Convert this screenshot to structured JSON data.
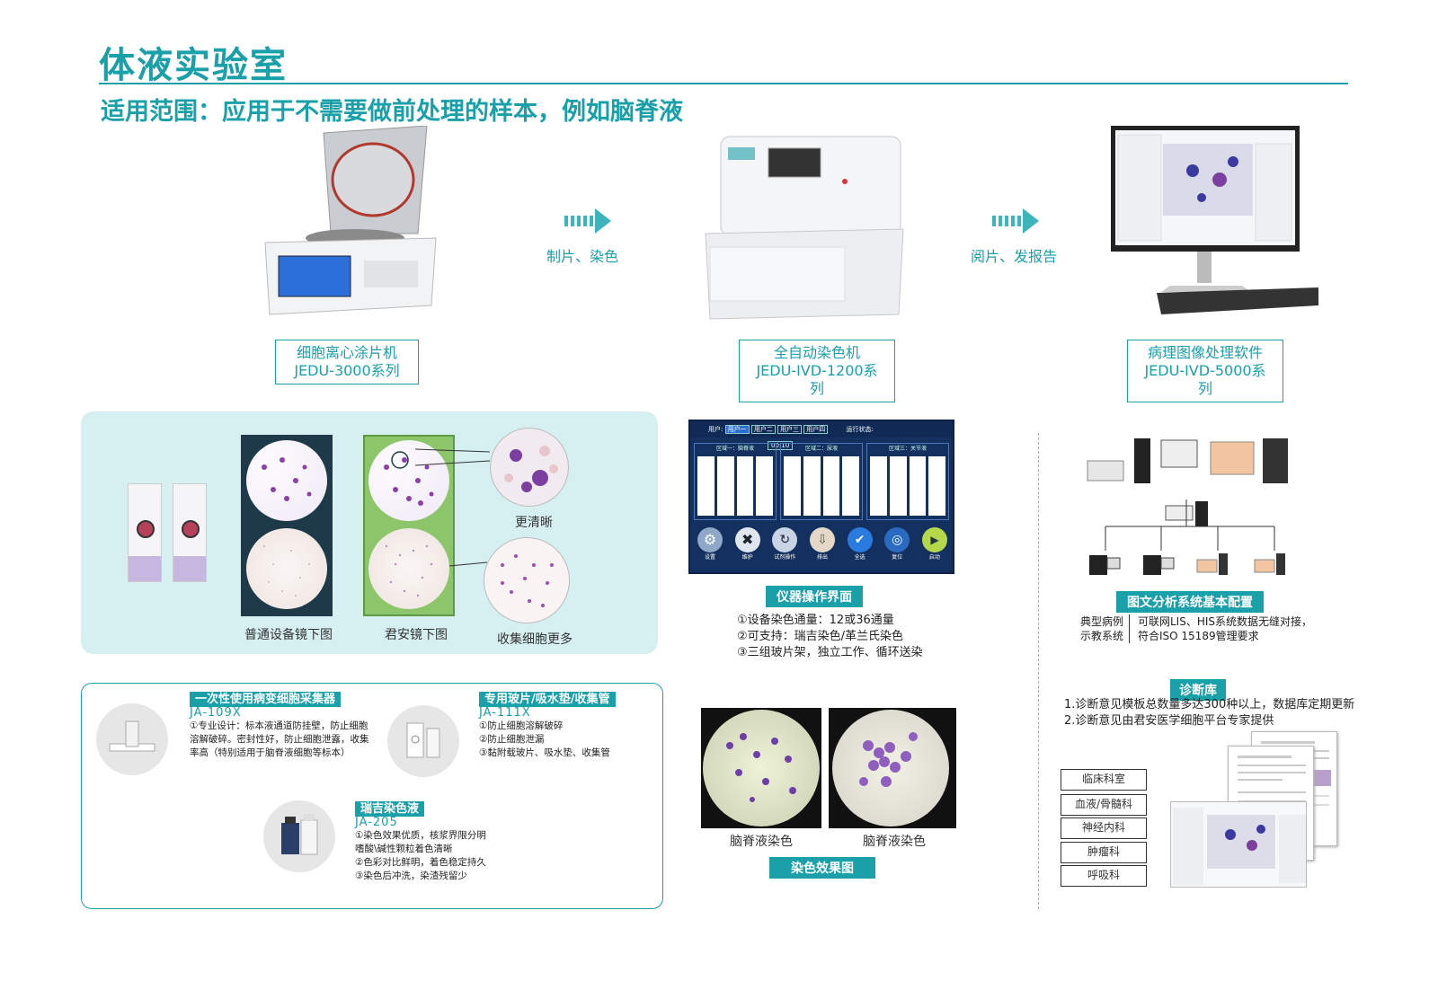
{
  "header": {
    "title": "体液实验室",
    "subtitle": "适用范围：应用于不需要做前处理的样本，例如脑脊液"
  },
  "workflow": {
    "devices": [
      {
        "name": "细胞离心涂片机",
        "series": "JEDU-3000系列"
      },
      {
        "name": "全自动染色机",
        "series": "JEDU-IVD-1200系列"
      },
      {
        "name": "病理图像处理软件",
        "series": "JEDU-IVD-5000系列"
      }
    ],
    "steps": [
      "制片、染色",
      "阅片、发报告"
    ]
  },
  "samples": {
    "captions": {
      "normal": "普通设备镜下图",
      "junan": "君安镜下图",
      "clearer": "更清晰",
      "more_cells": "收集细胞更多"
    }
  },
  "consumables": [
    {
      "tag": "一次性使用病变细胞采集器",
      "model": "JA-109X",
      "lines": [
        "①专业设计：标本液通道防挂壁，防止细胞",
        "溶解破碎。密封性好，防止细胞泄露，收集",
        "率高（特别适用于脑脊液细胞等标本）"
      ]
    },
    {
      "tag": "专用玻片/吸水垫/收集管",
      "model": "JA-111X",
      "lines": [
        "①防止细胞溶解破碎",
        "②防止细胞泄漏",
        "③黏附载玻片、吸水垫、收集管"
      ]
    },
    {
      "tag": "瑞吉染色液",
      "model": "JA-205",
      "lines": [
        "①染色效果优质，核浆界限分明",
        "嗜酸\\碱性颗粒着色清晰",
        "②色彩对比鲜明，着色稳定持久",
        "③染色后冲洗，染渣残留少"
      ]
    }
  ],
  "instrument_ui": {
    "section_label": "仪器操作界面",
    "user_label": "用户:",
    "users": [
      "用户一",
      "用户二",
      "用户三",
      "用户四"
    ],
    "status_label": "运行状态:",
    "time": "00:10",
    "racks": [
      "区域一：脑脊液",
      "区域二：尿液",
      "区域三：关节液"
    ],
    "buttons": [
      "设置",
      "维护",
      "试剂操作",
      "排出",
      "全选",
      "复位",
      "启动"
    ],
    "features": [
      "①设备染色通量：12或36通量",
      "②可支持：瑞吉染色/革兰氏染色",
      "③三组玻片架，独立工作、循环送染"
    ]
  },
  "staining": {
    "captions": [
      "脑脊液染色",
      "脑脊液染色"
    ],
    "section_label": "染色效果图"
  },
  "system_config": {
    "section_label": "图文分析系统基本配置",
    "left_lines": [
      "典型病例",
      "示教系统"
    ],
    "right_lines": [
      "可联网LIS、HIS系统数据无缝对接，",
      "符合ISO 15189管理要求"
    ]
  },
  "diagnosis": {
    "section_label": "诊断库",
    "lines": [
      "1.诊断意见模板总数量多达300种以上，数据库定期更新",
      "2.诊断意见由君安医学细胞平台专家提供"
    ],
    "departments": [
      "临床科室",
      "血液/骨髓科",
      "神经内科",
      "肿瘤科",
      "呼吸科"
    ]
  },
  "colors": {
    "accent": "#1aa0a8",
    "panel_bg": "#d6f0f1",
    "cell_purple": "#7b3fa0",
    "ui_blue": "#1c4f9c"
  }
}
